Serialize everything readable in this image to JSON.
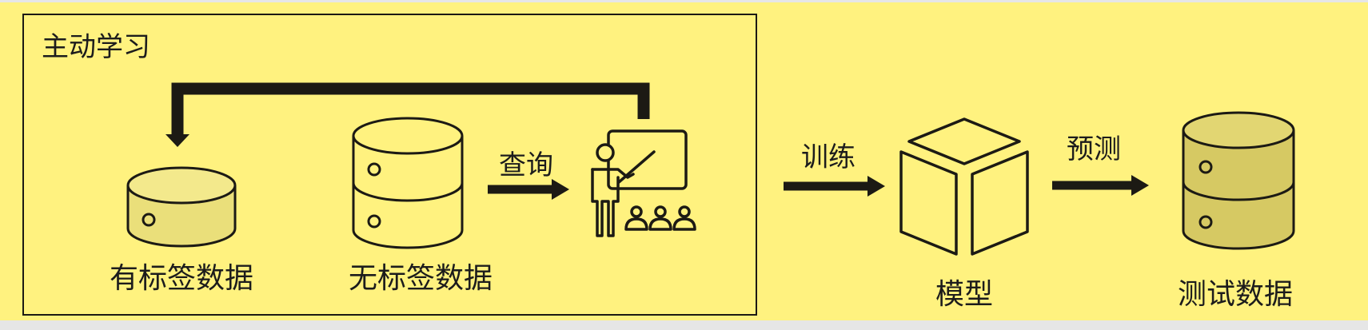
{
  "colors": {
    "background": "#fff27f",
    "outer_frame": "#e6e6e6",
    "stroke": "#1c1a14",
    "labeled_db_fill": "#eadf7a",
    "unlabeled_db_fill": "#fff27f",
    "test_db_fill": "#d6c963"
  },
  "active_learning": {
    "title": "主动学习"
  },
  "nodes": {
    "labeled_data": "有标签数据",
    "unlabeled_data": "无标签数据",
    "model": "模型",
    "test_data": "测试数据"
  },
  "edges": {
    "query": "查询",
    "train": "训练",
    "predict": "预测"
  },
  "icons": {
    "labeled_data": "database-icon",
    "unlabeled_data": "database-stack-icon",
    "teacher": "teacher-icon",
    "model": "cube-icon",
    "test_data": "database-stack-icon"
  }
}
